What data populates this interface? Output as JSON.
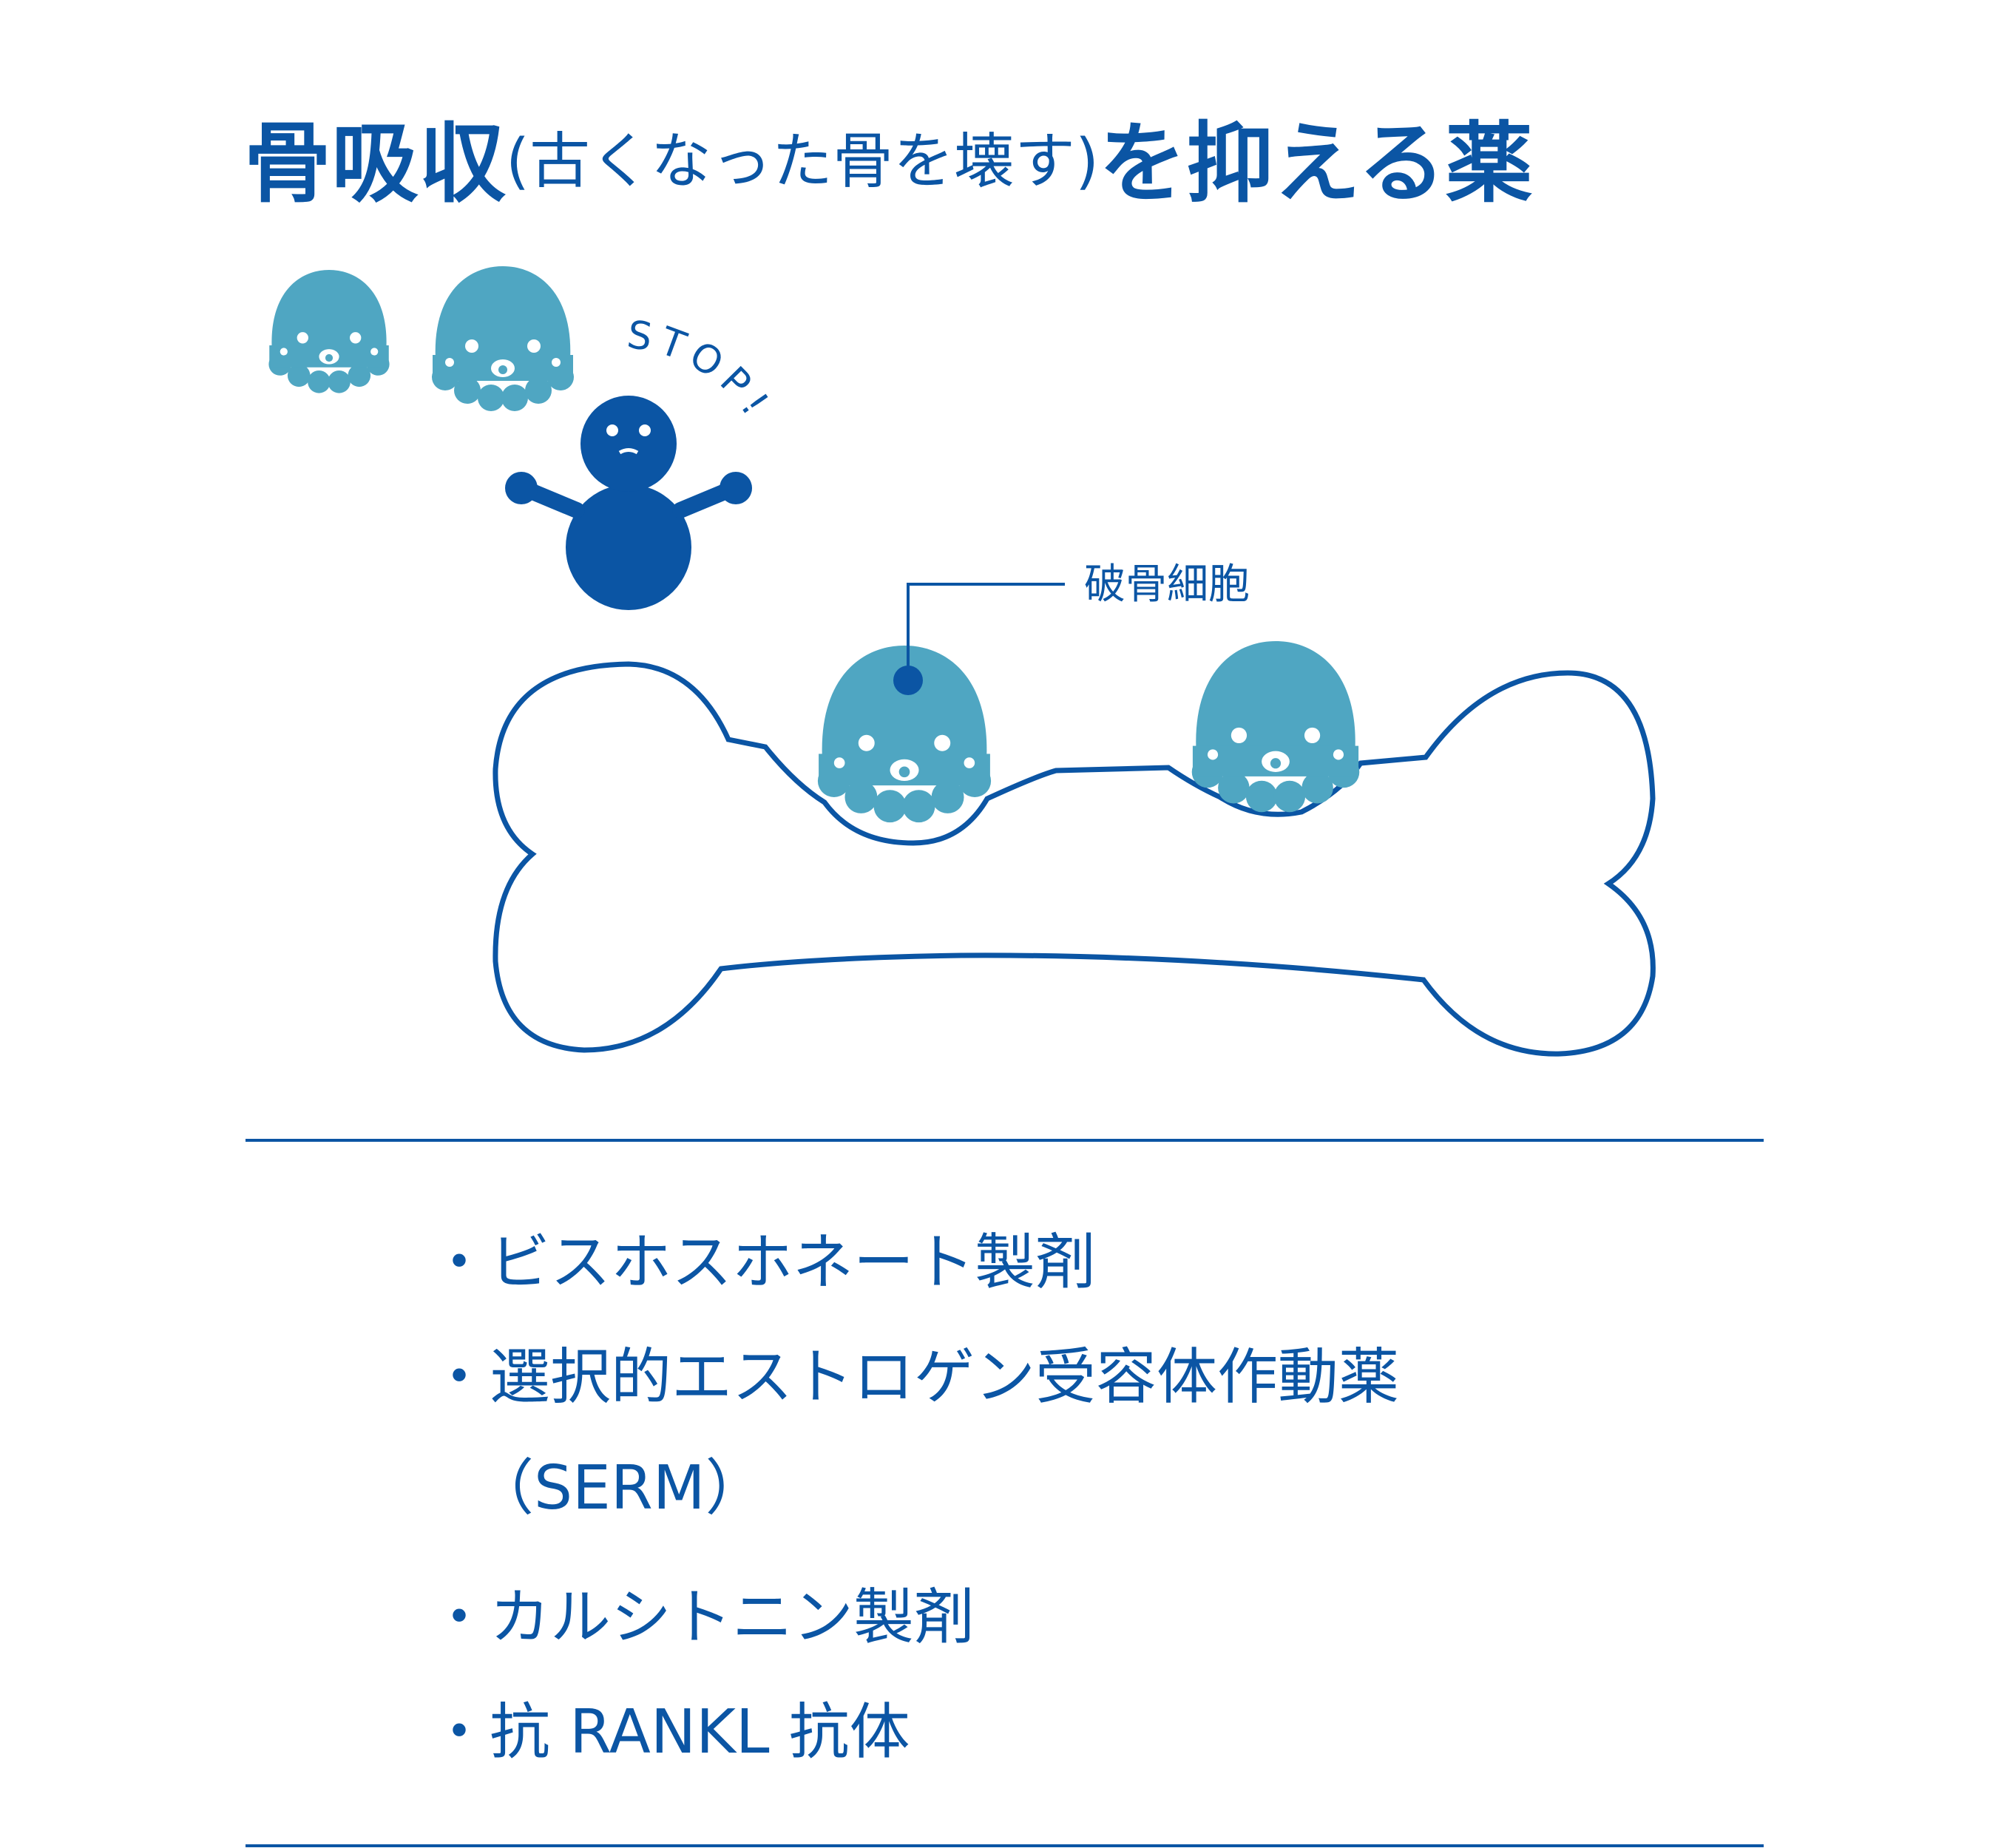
{
  "title": {
    "main_before": "骨吸収",
    "paren": "(古くなった骨を壊す)",
    "main_after": "を抑える薬"
  },
  "illustration": {
    "stop_text": "STOP!",
    "osteoclast_label": "破骨細胞",
    "colors": {
      "primary": "#0b55a4",
      "osteoclast": "#4fa6c2",
      "background": "#ffffff"
    }
  },
  "drug_list": [
    {
      "line1": "・ビスホスホネート製剤"
    },
    {
      "line1": "・選択的エストロゲン受容体作動薬",
      "line2": "（SERM）"
    },
    {
      "line1": "・カルシトニン製剤"
    },
    {
      "line1": "・抗 RANKL 抗体"
    }
  ]
}
